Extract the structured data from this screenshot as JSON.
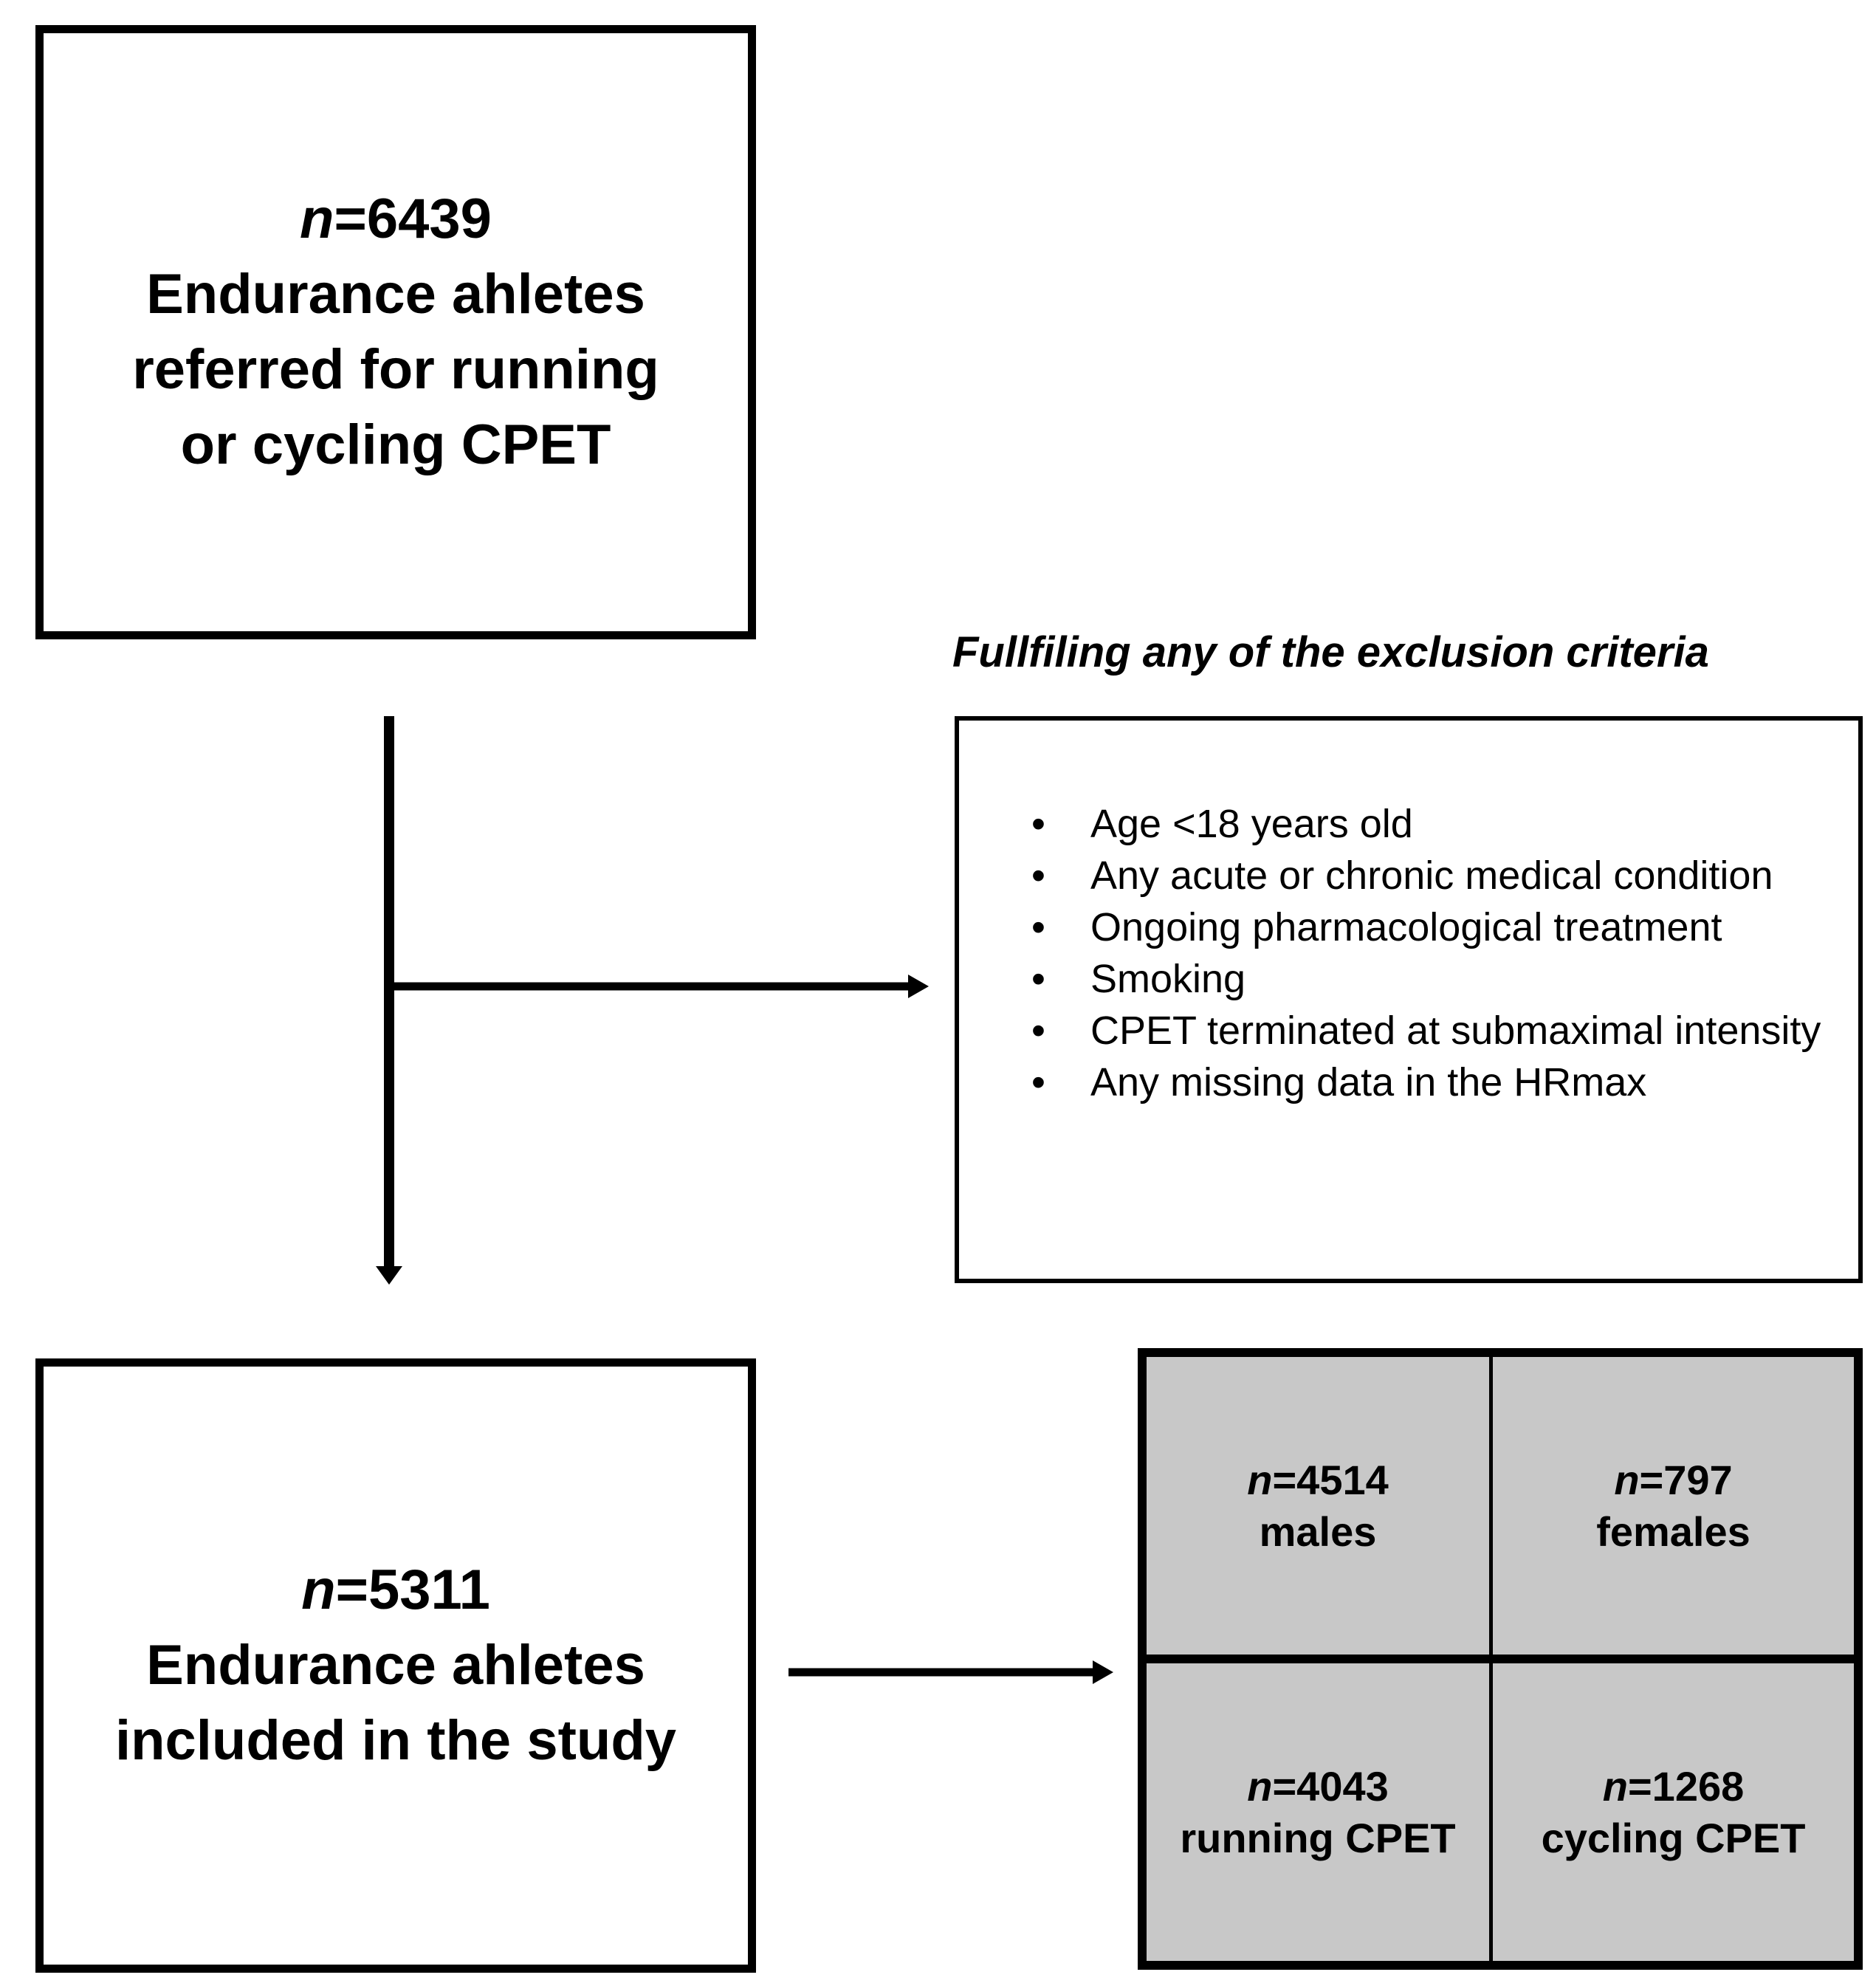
{
  "top_box": {
    "n_prefix": "n",
    "n_value": "=6439",
    "line1": "Endurance ahletes",
    "line2": "referred for running",
    "line3": "or cycling CPET"
  },
  "exclusion": {
    "title": "Fullfiling any of the exclusion criteria",
    "bullet_glyph": "•",
    "criteria": [
      "Age <18 years old",
      "Any acute or chronic medical condition",
      "Ongoing pharmacological treatment",
      "Smoking",
      "CPET terminated at submaximal intensity",
      "Any missing data in the HRmax"
    ]
  },
  "bottom_box": {
    "n_prefix": "n",
    "n_value": "=5311",
    "line1": "Endurance ahletes",
    "line2": "included in the study"
  },
  "breakdown": {
    "fill_color": "#c8c8c8",
    "cells": [
      {
        "n_prefix": "n",
        "n_value": "=4514",
        "label": "males"
      },
      {
        "n_prefix": "n",
        "n_value": "=797",
        "label": "females"
      },
      {
        "n_prefix": "n",
        "n_value": "=4043",
        "label": "running CPET"
      },
      {
        "n_prefix": "n",
        "n_value": "=1268",
        "label": "cycling CPET"
      }
    ]
  }
}
